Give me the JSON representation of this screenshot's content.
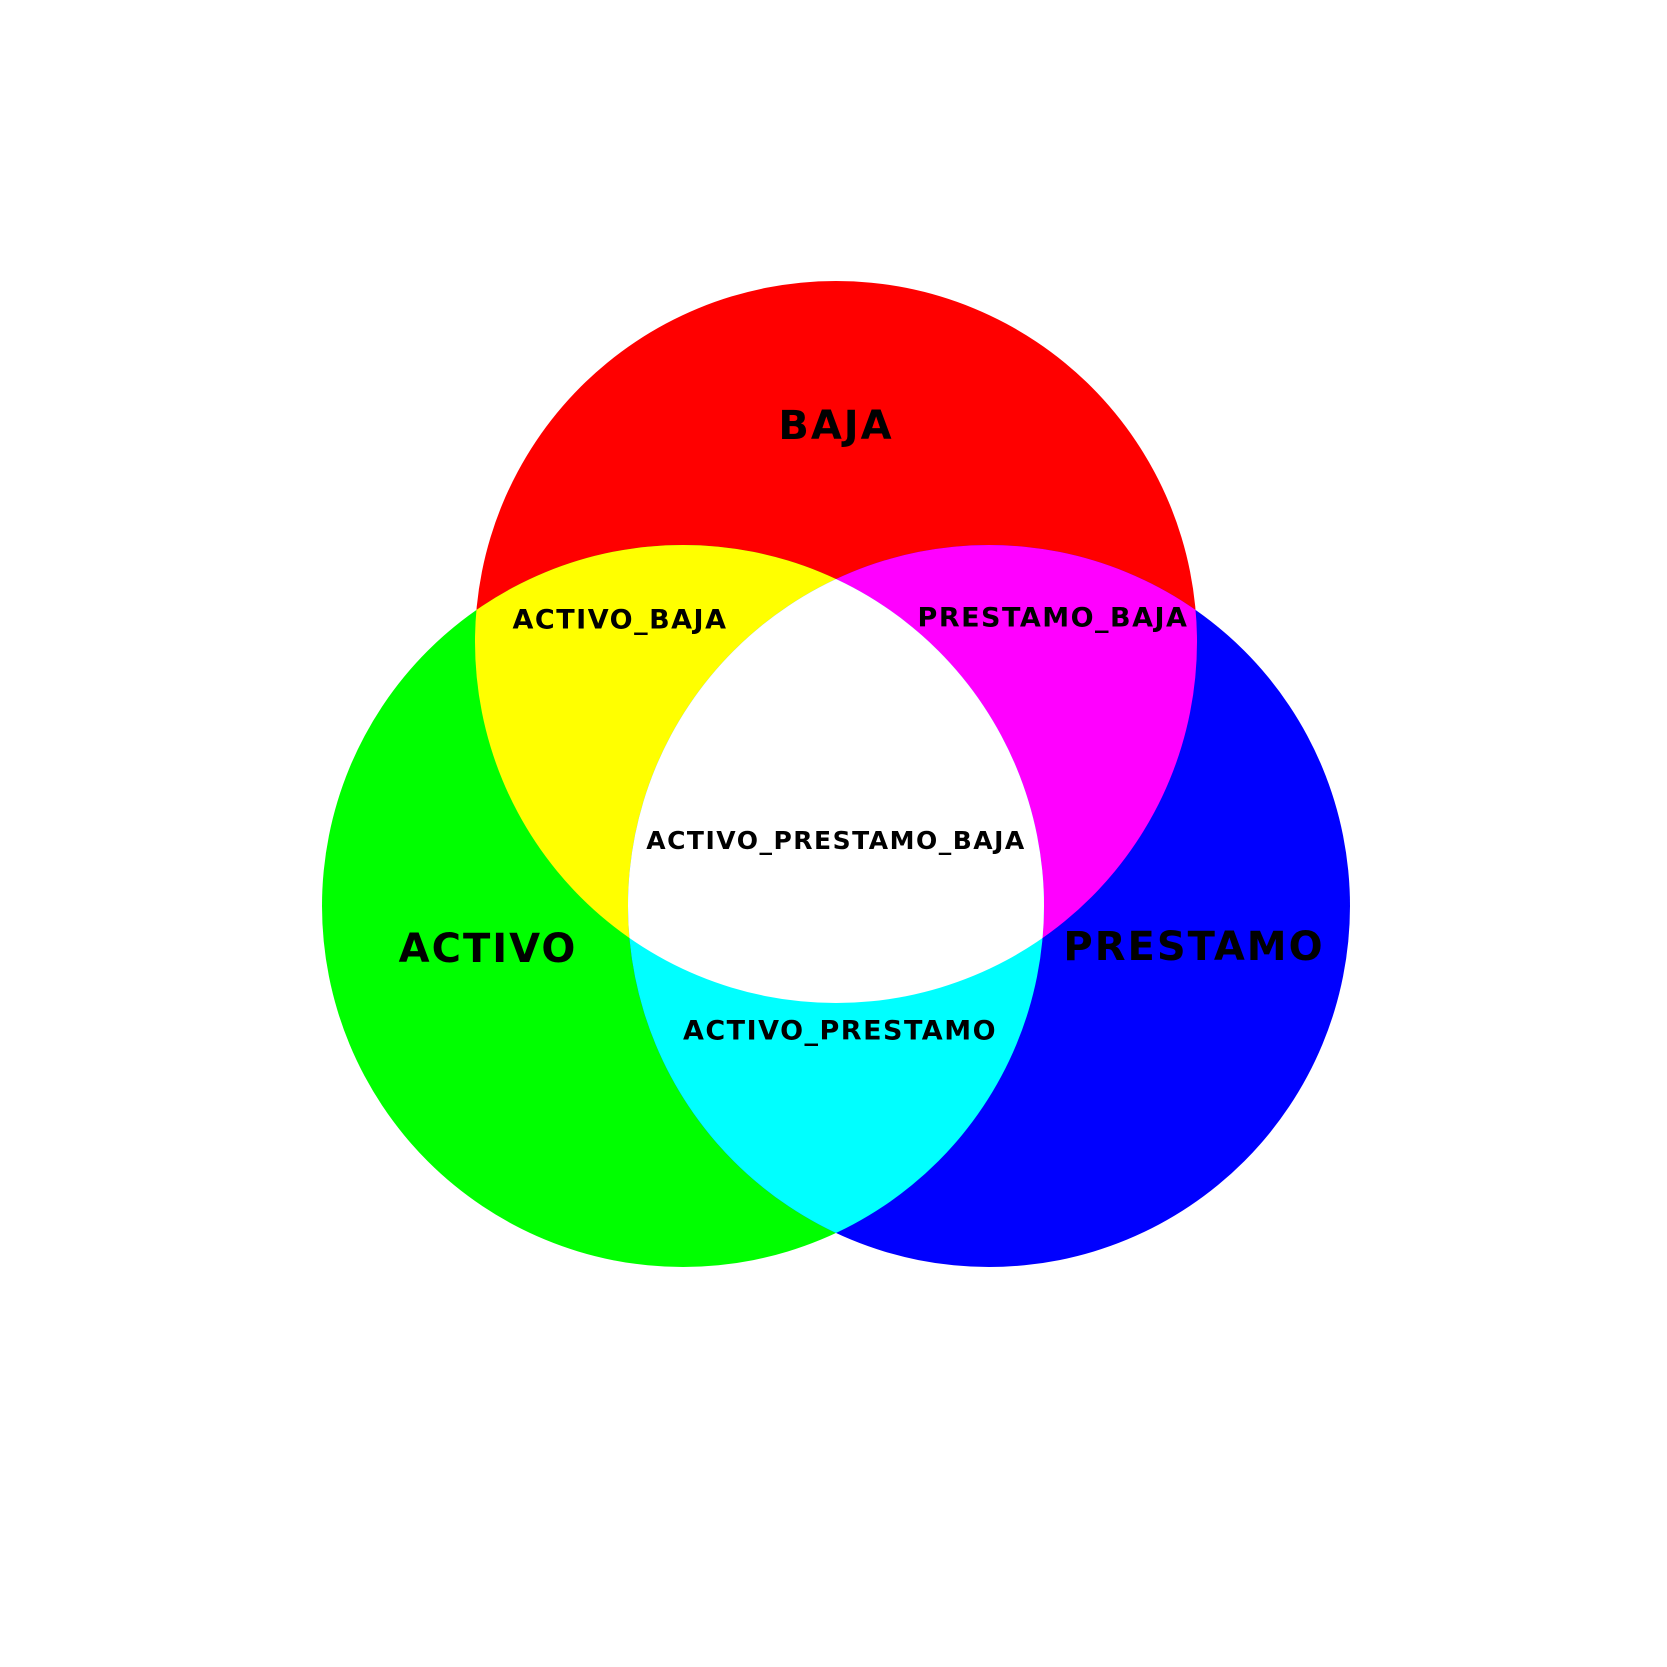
{
  "diagram": {
    "type": "venn-3",
    "sets": [
      {
        "key": "baja",
        "label": "BAJA",
        "color": "#ff0000"
      },
      {
        "key": "activo",
        "label": "ACTIVO",
        "color": "#00ff00"
      },
      {
        "key": "prestamo",
        "label": "PRESTAMO",
        "color": "#0000ff"
      }
    ],
    "intersections": {
      "activo_baja": {
        "label": "ACTIVO_BAJA",
        "color": "#ffff00"
      },
      "prestamo_baja": {
        "label": "PRESTAMO_BAJA",
        "color": "#ff00ff"
      },
      "activo_prestamo": {
        "label": "ACTIVO_PRESTAMO",
        "color": "#00ffff"
      },
      "activo_prestamo_baja": {
        "label": "ACTIVO_PRESTAMO_BAJA",
        "color": "#ffffff"
      }
    },
    "background": "#ffffff"
  }
}
